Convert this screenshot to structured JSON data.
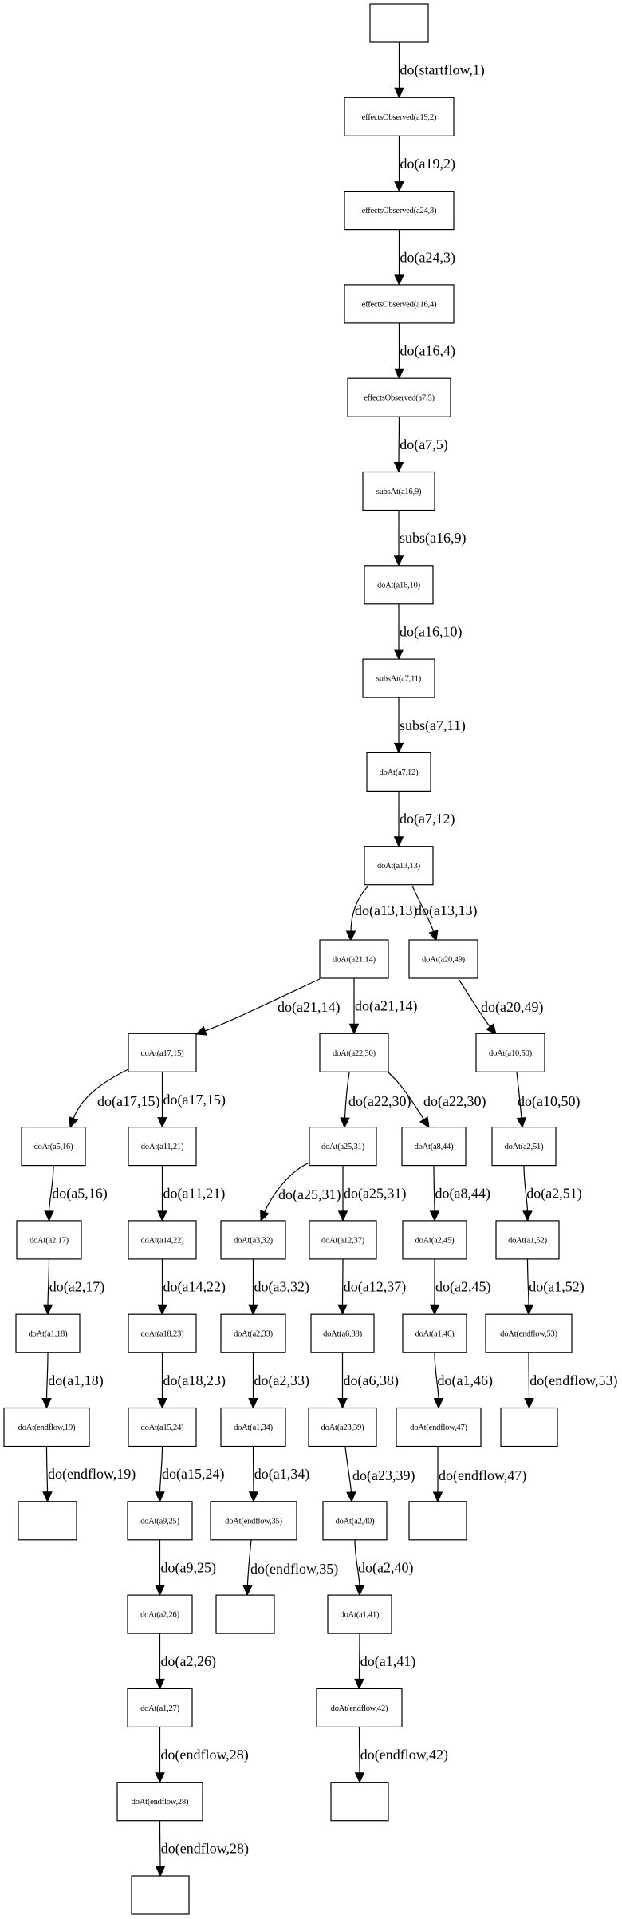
{
  "diagram": {
    "type": "directed-graph",
    "colors": {
      "stroke": "#000000",
      "fill": "#ffffff",
      "text": "#000000"
    },
    "nodes": [
      {
        "id": "n0",
        "label": ""
      },
      {
        "id": "n1",
        "label": "effectsObserved(a19,2)"
      },
      {
        "id": "n2",
        "label": "effectsObserved(a24,3)"
      },
      {
        "id": "n3",
        "label": "effectsObserved(a16,4)"
      },
      {
        "id": "n4",
        "label": "effectsObserved(a7,5)"
      },
      {
        "id": "n5",
        "label": "subsAt(a16,9)"
      },
      {
        "id": "n6",
        "label": "doAt(a16,10)"
      },
      {
        "id": "n7",
        "label": "subsAt(a7,11)"
      },
      {
        "id": "n8",
        "label": "doAt(a7,12)"
      },
      {
        "id": "n9",
        "label": "doAt(a13,13)"
      },
      {
        "id": "n10",
        "label": "doAt(a21,14)"
      },
      {
        "id": "n11",
        "label": "doAt(a20,49)"
      },
      {
        "id": "n12",
        "label": "doAt(a17,15)"
      },
      {
        "id": "n13",
        "label": "doAt(a22,30)"
      },
      {
        "id": "n14",
        "label": "doAt(a10,50)"
      },
      {
        "id": "n15",
        "label": "doAt(a5,16)"
      },
      {
        "id": "n16",
        "label": "doAt(a11,21)"
      },
      {
        "id": "n17",
        "label": "doAt(a25,31)"
      },
      {
        "id": "n18",
        "label": "doAt(a8,44)"
      },
      {
        "id": "n19",
        "label": "doAt(a2,51)"
      },
      {
        "id": "n20",
        "label": "doAt(a2,17)"
      },
      {
        "id": "n21",
        "label": "doAt(a14,22)"
      },
      {
        "id": "n22",
        "label": "doAt(a3,32)"
      },
      {
        "id": "n23",
        "label": "doAt(a12,37)"
      },
      {
        "id": "n24",
        "label": "doAt(a2,45)"
      },
      {
        "id": "n25",
        "label": "doAt(a1,52)"
      },
      {
        "id": "n26",
        "label": "doAt(a1,18)"
      },
      {
        "id": "n27",
        "label": "doAt(a18,23)"
      },
      {
        "id": "n28",
        "label": "doAt(a2,33)"
      },
      {
        "id": "n29",
        "label": "doAt(a6,38)"
      },
      {
        "id": "n30",
        "label": "doAt(a1,46)"
      },
      {
        "id": "n31",
        "label": "doAt(endflow,53)"
      },
      {
        "id": "n32",
        "label": "doAt(endflow,19)"
      },
      {
        "id": "n33",
        "label": "doAt(a15,24)"
      },
      {
        "id": "n34",
        "label": "doAt(a1,34)"
      },
      {
        "id": "n35",
        "label": "doAt(a23,39)"
      },
      {
        "id": "n36",
        "label": "doAt(endflow,47)"
      },
      {
        "id": "n37",
        "label": ""
      },
      {
        "id": "n38",
        "label": ""
      },
      {
        "id": "n39",
        "label": "doAt(a9,25)"
      },
      {
        "id": "n40",
        "label": "doAt(endflow,35)"
      },
      {
        "id": "n41",
        "label": "doAt(a2,40)"
      },
      {
        "id": "n42",
        "label": ""
      },
      {
        "id": "n43",
        "label": "doAt(a2,26)"
      },
      {
        "id": "n44",
        "label": ""
      },
      {
        "id": "n45",
        "label": "doAt(a1,41)"
      },
      {
        "id": "n46",
        "label": "doAt(a1,27)"
      },
      {
        "id": "n47",
        "label": "doAt(endflow,42)"
      },
      {
        "id": "n48",
        "label": "doAt(endflow,28)"
      },
      {
        "id": "n49",
        "label": ""
      },
      {
        "id": "n50",
        "label": ""
      }
    ],
    "edges": [
      {
        "from": "n0",
        "to": "n1",
        "label": "do(startflow,1)"
      },
      {
        "from": "n1",
        "to": "n2",
        "label": "do(a19,2)"
      },
      {
        "from": "n2",
        "to": "n3",
        "label": "do(a24,3)"
      },
      {
        "from": "n3",
        "to": "n4",
        "label": "do(a16,4)"
      },
      {
        "from": "n4",
        "to": "n5",
        "label": "do(a7,5)"
      },
      {
        "from": "n5",
        "to": "n6",
        "label": "subs(a16,9)"
      },
      {
        "from": "n6",
        "to": "n7",
        "label": "do(a16,10)"
      },
      {
        "from": "n7",
        "to": "n8",
        "label": "subs(a7,11)"
      },
      {
        "from": "n8",
        "to": "n9",
        "label": "do(a7,12)"
      },
      {
        "from": "n9",
        "to": "n10",
        "label": "do(a13,13)"
      },
      {
        "from": "n9",
        "to": "n11",
        "label": "do(a13,13)"
      },
      {
        "from": "n10",
        "to": "n12",
        "label": "do(a21,14)"
      },
      {
        "from": "n10",
        "to": "n13",
        "label": "do(a21,14)"
      },
      {
        "from": "n11",
        "to": "n14",
        "label": "do(a20,49)"
      },
      {
        "from": "n12",
        "to": "n15",
        "label": "do(a17,15)"
      },
      {
        "from": "n12",
        "to": "n16",
        "label": "do(a17,15)"
      },
      {
        "from": "n13",
        "to": "n17",
        "label": "do(a22,30)"
      },
      {
        "from": "n13",
        "to": "n18",
        "label": "do(a22,30)"
      },
      {
        "from": "n14",
        "to": "n19",
        "label": "do(a10,50)"
      },
      {
        "from": "n15",
        "to": "n20",
        "label": "do(a5,16)"
      },
      {
        "from": "n16",
        "to": "n21",
        "label": "do(a11,21)"
      },
      {
        "from": "n17",
        "to": "n22",
        "label": "do(a25,31)"
      },
      {
        "from": "n17",
        "to": "n23",
        "label": "do(a25,31)"
      },
      {
        "from": "n18",
        "to": "n24",
        "label": "do(a8,44)"
      },
      {
        "from": "n19",
        "to": "n25",
        "label": "do(a2,51)"
      },
      {
        "from": "n20",
        "to": "n26",
        "label": "do(a2,17)"
      },
      {
        "from": "n21",
        "to": "n27",
        "label": "do(a14,22)"
      },
      {
        "from": "n22",
        "to": "n28",
        "label": "do(a3,32)"
      },
      {
        "from": "n23",
        "to": "n29",
        "label": "do(a12,37)"
      },
      {
        "from": "n24",
        "to": "n30",
        "label": "do(a2,45)"
      },
      {
        "from": "n25",
        "to": "n31",
        "label": "do(a1,52)"
      },
      {
        "from": "n26",
        "to": "n32",
        "label": "do(a1,18)"
      },
      {
        "from": "n27",
        "to": "n33",
        "label": "do(a18,23)"
      },
      {
        "from": "n28",
        "to": "n34",
        "label": "do(a2,33)"
      },
      {
        "from": "n29",
        "to": "n35",
        "label": "do(a6,38)"
      },
      {
        "from": "n30",
        "to": "n36",
        "label": "do(a1,46)"
      },
      {
        "from": "n31",
        "to": "n37",
        "label": "do(endflow,53)"
      },
      {
        "from": "n32",
        "to": "n38",
        "label": "do(endflow,19)"
      },
      {
        "from": "n33",
        "to": "n39",
        "label": "do(a15,24)"
      },
      {
        "from": "n34",
        "to": "n40",
        "label": "do(a1,34)"
      },
      {
        "from": "n35",
        "to": "n41",
        "label": "do(a23,39)"
      },
      {
        "from": "n36",
        "to": "n42",
        "label": "do(endflow,47)"
      },
      {
        "from": "n39",
        "to": "n43",
        "label": "do(a9,25)"
      },
      {
        "from": "n40",
        "to": "n44",
        "label": "do(endflow,35)"
      },
      {
        "from": "n41",
        "to": "n45",
        "label": "do(a2,40)"
      },
      {
        "from": "n43",
        "to": "n46",
        "label": "do(a2,26)"
      },
      {
        "from": "n45",
        "to": "n47",
        "label": "do(a1,41)"
      },
      {
        "from": "n46",
        "to": "n48",
        "label": "do(endflow,28)"
      },
      {
        "from": "n47",
        "to": "n49",
        "label": "do(endflow,42)"
      },
      {
        "from": "n48",
        "to": "n50",
        "label": "do(endflow,28)"
      }
    ]
  }
}
